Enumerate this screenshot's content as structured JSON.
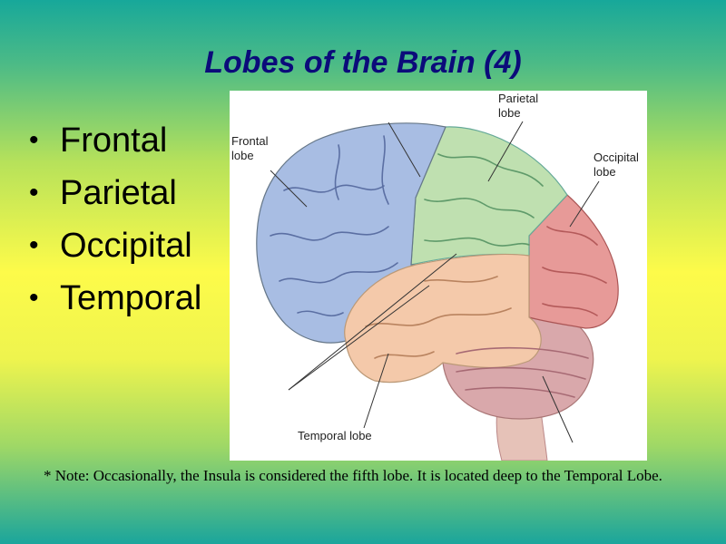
{
  "slide": {
    "title": "Lobes of the Brain (4)",
    "bullets": [
      "Frontal",
      "Parietal",
      "Occipital",
      "Temporal"
    ],
    "note": "*  Note:  Occasionally, the Insula is considered the fifth lobe.  It is located deep to the Temporal Lobe."
  },
  "figure": {
    "labels": {
      "frontal": [
        "Frontal",
        "lobe"
      ],
      "parietal": [
        "Parietal",
        "lobe"
      ],
      "occipital": [
        "Occipital",
        "lobe"
      ],
      "temporal": "Temporal lobe"
    },
    "colors": {
      "frontal": "#a8bde3",
      "parietal": "#bfe0b0",
      "occipital": "#e79a98",
      "temporal": "#f4c9aa",
      "cerebellum": "#d9a8ab",
      "brainstem": "#e6c2b8"
    }
  }
}
